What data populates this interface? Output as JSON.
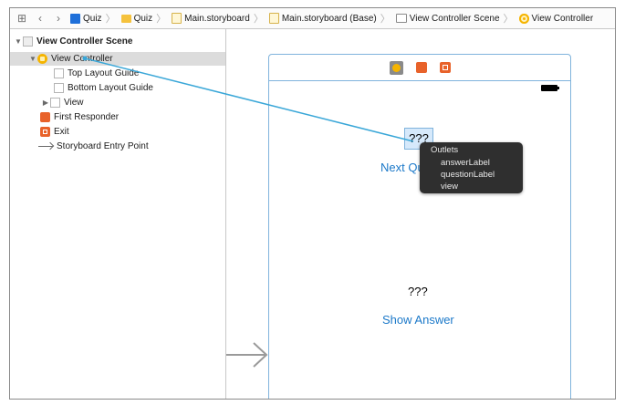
{
  "jumpbar": {
    "crumbs": [
      {
        "label": "Quiz",
        "icon": "app-icon"
      },
      {
        "label": "Quiz",
        "icon": "folder-icon"
      },
      {
        "label": "Main.storyboard",
        "icon": "storyboard-icon"
      },
      {
        "label": "Main.storyboard (Base)",
        "icon": "storyboard-icon"
      },
      {
        "label": "View Controller Scene",
        "icon": "scene-icon"
      },
      {
        "label": "View Controller",
        "icon": "view-controller-icon"
      }
    ]
  },
  "outline": {
    "items": [
      {
        "label": "View Controller Scene"
      },
      {
        "label": "View Controller"
      },
      {
        "label": "Top Layout Guide"
      },
      {
        "label": "Bottom Layout Guide"
      },
      {
        "label": "View"
      },
      {
        "label": "First Responder"
      },
      {
        "label": "Exit"
      },
      {
        "label": "Storyboard Entry Point"
      }
    ]
  },
  "canvas": {
    "question_label": "???",
    "next_button": "Next Question",
    "answer_label": "???",
    "show_answer_button": "Show Answer"
  },
  "outlets_popup": {
    "title": "Outlets",
    "items": [
      "answerLabel",
      "questionLabel",
      "view"
    ]
  },
  "colors": {
    "accent_blue": "#1c79c9",
    "connection_line": "#3aa7d8",
    "selection": "#dcdcdc",
    "popup_bg": "#2f2f2f"
  }
}
